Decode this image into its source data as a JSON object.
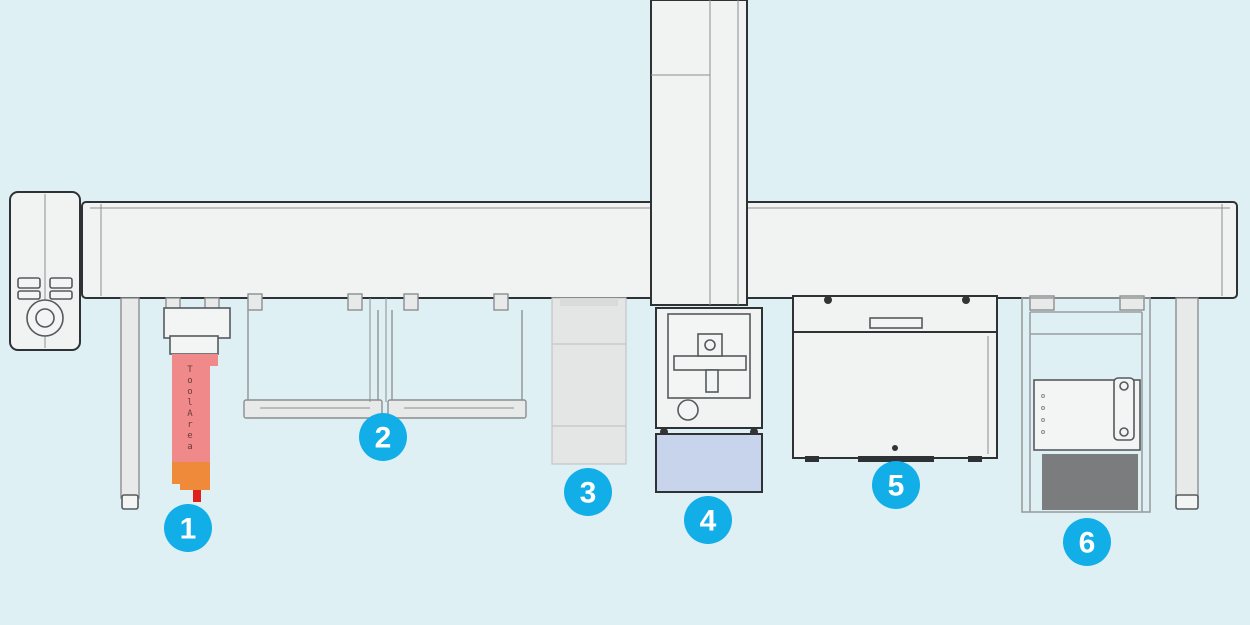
{
  "tool_label": "ToolArea",
  "stations": [
    {
      "id": "station-1",
      "number": "1"
    },
    {
      "id": "station-2",
      "number": "2"
    },
    {
      "id": "station-3",
      "number": "3"
    },
    {
      "id": "station-4",
      "number": "4"
    },
    {
      "id": "station-5",
      "number": "5"
    },
    {
      "id": "station-6",
      "number": "6"
    }
  ],
  "colors": {
    "background": "#dff0f5",
    "badge": "#12aee8",
    "tool_area": "#f08a8a",
    "tool_tip": "#ef8a3a",
    "tool_end": "#e0201a",
    "vial_window": "#c8d4ec"
  }
}
